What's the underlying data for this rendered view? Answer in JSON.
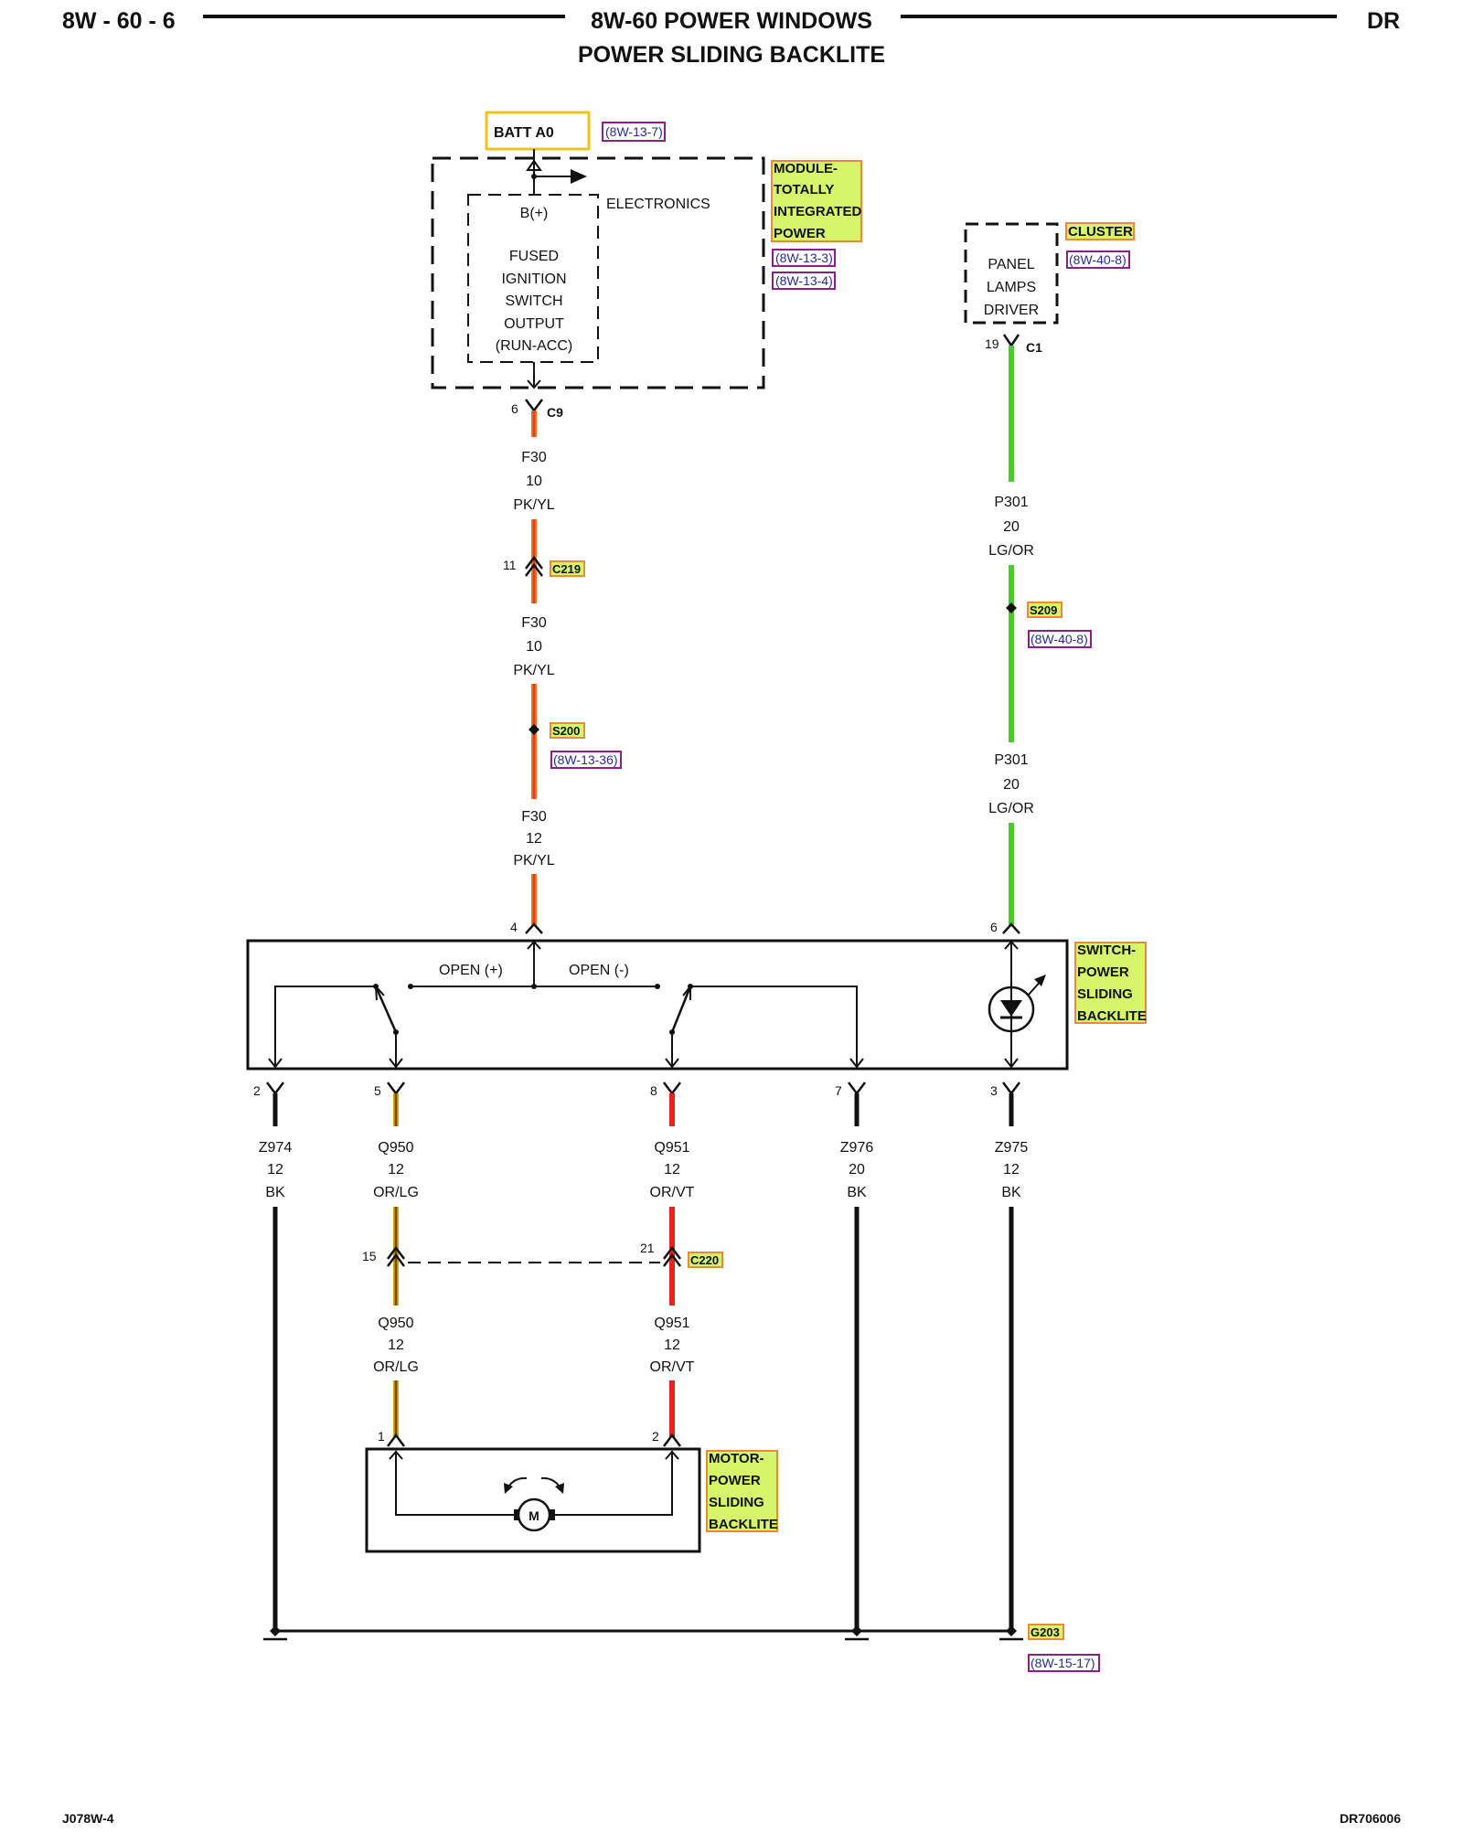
{
  "header": {
    "page": "8W - 60 - 6",
    "title": "8W-60 POWER WINDOWS",
    "subtitle": "POWER SLIDING BACKLITE",
    "model": "DR"
  },
  "footer": {
    "left_code": "J078W-4",
    "right_code": "DR706006"
  },
  "power": {
    "batt_label": "BATT A0",
    "batt_ref": "(8W-13-7)"
  },
  "tipm": {
    "name_lines": [
      "MODULE-",
      "TOTALLY",
      "INTEGRATED",
      "POWER"
    ],
    "refs": [
      "(8W-13-3)",
      "(8W-13-4)"
    ],
    "electronics": "ELECTRONICS",
    "bplus": "B(+)",
    "inner_lines": [
      "FUSED",
      "IGNITION",
      "SWITCH",
      "OUTPUT",
      "(RUN-ACC)"
    ],
    "connector": "C9",
    "pin": "6"
  },
  "cluster": {
    "name": "CLUSTER",
    "ref": "(8W-40-8)",
    "inner_lines": [
      "PANEL",
      "LAMPS",
      "DRIVER"
    ],
    "connector": "C1",
    "pin": "19"
  },
  "f30_wires": [
    {
      "circuit": "F30",
      "gauge": "10",
      "color": "PK/YL"
    },
    {
      "circuit": "F30",
      "gauge": "10",
      "color": "PK/YL"
    },
    {
      "circuit": "F30",
      "gauge": "12",
      "color": "PK/YL"
    }
  ],
  "c219": {
    "label": "C219",
    "pin": "11"
  },
  "s200": {
    "label": "S200",
    "ref": "(8W-13-36)"
  },
  "p301_wires": [
    {
      "circuit": "P301",
      "gauge": "20",
      "color": "LG/OR"
    },
    {
      "circuit": "P301",
      "gauge": "20",
      "color": "LG/OR"
    }
  ],
  "s209": {
    "label": "S209",
    "ref": "(8W-40-8)"
  },
  "switch": {
    "name_lines": [
      "SWITCH-",
      "POWER",
      "SLIDING",
      "BACKLITE"
    ],
    "open_plus": "OPEN (+)",
    "open_minus": "OPEN (-)",
    "top_pins": [
      "4",
      "6"
    ],
    "bottom_pins": [
      "2",
      "5",
      "8",
      "7",
      "3"
    ]
  },
  "lower_wires": [
    {
      "circuit": "Z974",
      "gauge": "12",
      "color": "BK"
    },
    {
      "circuit": "Q950",
      "gauge": "12",
      "color": "OR/LG"
    },
    {
      "circuit": "Q951",
      "gauge": "12",
      "color": "OR/VT"
    },
    {
      "circuit": "Z976",
      "gauge": "20",
      "color": "BK"
    },
    {
      "circuit": "Z975",
      "gauge": "12",
      "color": "BK"
    }
  ],
  "c220": {
    "label": "C220",
    "pins": [
      "15",
      "21"
    ]
  },
  "motor_wires": [
    {
      "circuit": "Q950",
      "gauge": "12",
      "color": "OR/LG"
    },
    {
      "circuit": "Q951",
      "gauge": "12",
      "color": "OR/VT"
    }
  ],
  "motor": {
    "name_lines": [
      "MOTOR-",
      "POWER",
      "SLIDING",
      "BACKLITE"
    ],
    "symbol": "M",
    "pins": [
      "1",
      "2"
    ]
  },
  "ground": {
    "label": "G203",
    "ref": "(8W-15-17)"
  },
  "colors": {
    "pk_yl_outer": "#f07a1a",
    "pk_yl_inner": "#e33b2a",
    "lg_or": "#4cc932",
    "or_lg_outer": "#d9a400",
    "or_lg_inner": "#7a4a10",
    "or_vt": "#e8231f",
    "highlight": "#d7f56b",
    "highlight_border": "#e98a3a",
    "ref_border": "#8b1e8b",
    "batt_border": "#f2c21d"
  }
}
